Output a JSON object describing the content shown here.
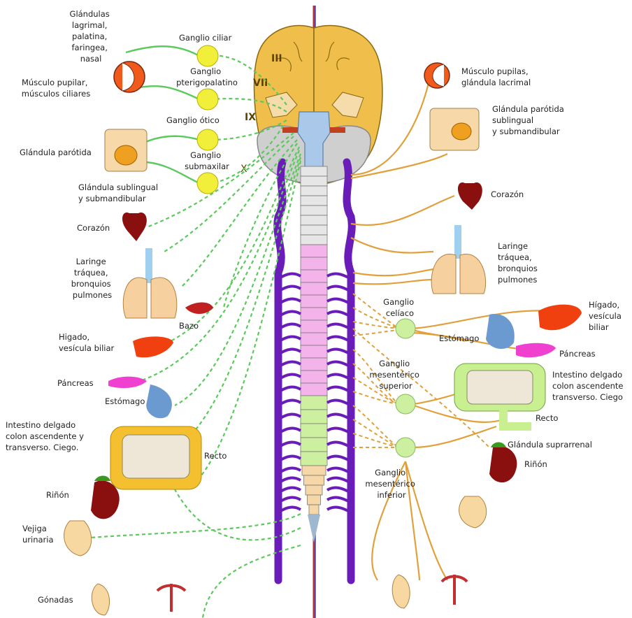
{
  "colors": {
    "parasympathetic": "#5cc95c",
    "sympathetic": "#e0a13c",
    "brain": "#f0be4a",
    "brainstem": "#cfcfcf",
    "chain": "#6a1cb8",
    "ganglion": "#f2ef3a"
  },
  "cranial_nerves": {
    "iii": "III",
    "vii": "VII",
    "ix": "IX",
    "x": "X"
  },
  "left": {
    "glandulas": [
      "Glándulas",
      "lagrimal,",
      "palatina,",
      "faringea,",
      "nasal"
    ],
    "musculo": [
      "Músculo pupilar,",
      "músculos ciliares"
    ],
    "parotida": "Glándula parótida",
    "sublingual": [
      "Glándula sublingual",
      "y submandibular"
    ],
    "corazon": "Corazón",
    "laringe": [
      "Laringe",
      "tráquea,",
      "bronquios",
      "pulmones"
    ],
    "bazo": "Bazo",
    "higado": [
      "Higado,",
      "vesícula biliar"
    ],
    "pancreas": "Páncreas",
    "estomago": "Estómago",
    "intestino": [
      "Intestino delgado",
      "colon ascendente y",
      "transverso. Ciego."
    ],
    "recto": "Recto",
    "rinon": "Riñón",
    "vejiga": [
      "Vejiga",
      "urinaria"
    ],
    "gonadas": "Gónadas"
  },
  "ganglia": {
    "ciliar": "Ganglio ciliar",
    "pterigo": [
      "Ganglio",
      "pterigopalatino"
    ],
    "otico": "Ganglio ótico",
    "submax": [
      "Ganglio",
      "submaxilar"
    ]
  },
  "right": {
    "musculo": [
      "Músculo pupilas,",
      "glándula lacrimal"
    ],
    "parotida": [
      "Glándula parótida",
      "sublingual",
      "y submandibular"
    ],
    "corazon": "Corazón",
    "laringe": [
      "Laringe",
      "tráquea,",
      "bronquios",
      "pulmones"
    ],
    "celiaco": [
      "Ganglio",
      "celíaco"
    ],
    "higado": [
      "Hígado,",
      "vesícula",
      "biliar"
    ],
    "estomago": "Estómago",
    "pancreas": "Páncreas",
    "mes_sup": [
      "Ganglio",
      "mesentérico",
      "superior"
    ],
    "intestino": [
      "Intestino delgado",
      "colon ascendente",
      "transverso. Ciego"
    ],
    "recto": "Recto",
    "suprarrenal": "Glándula suprarrenal",
    "rinon": "Riñón",
    "mes_inf": [
      "Ganglio",
      "mesentérico",
      "inferior"
    ]
  }
}
